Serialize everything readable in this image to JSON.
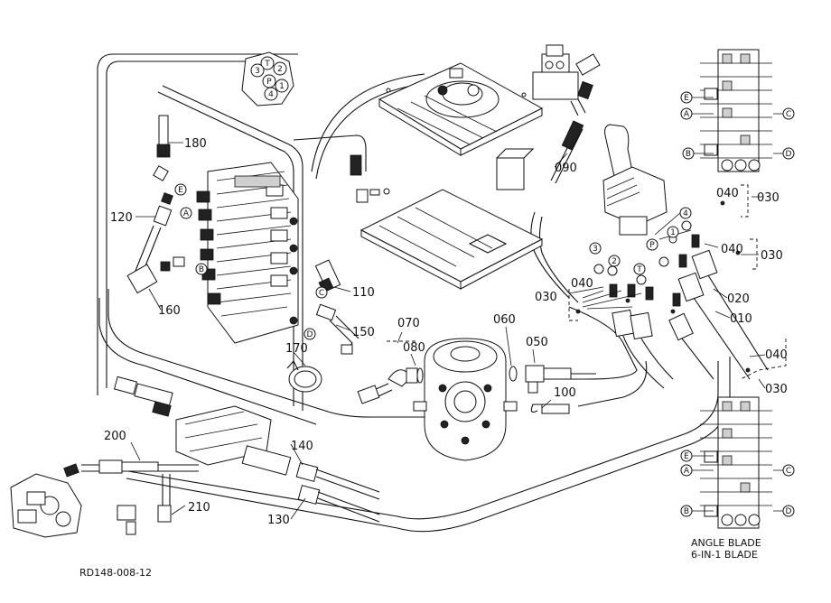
{
  "drawing": {
    "code": "RD148-008-12",
    "caption_line1": "ANGLE  BLADE",
    "caption_line2": "6-IN-1  BLADE"
  },
  "part_numbers": [
    "180",
    "120",
    "160",
    "110",
    "150",
    "170",
    "070",
    "080",
    "060",
    "050",
    "100",
    "090",
    "040",
    "030",
    "020",
    "010",
    "200",
    "210",
    "140",
    "130"
  ],
  "port_letters": [
    "E",
    "A",
    "B",
    "C",
    "D",
    "P",
    "T",
    "1",
    "2",
    "3",
    "4"
  ],
  "port_plate_letters": [
    "T",
    "3",
    "P",
    "1",
    "2",
    "4"
  ]
}
